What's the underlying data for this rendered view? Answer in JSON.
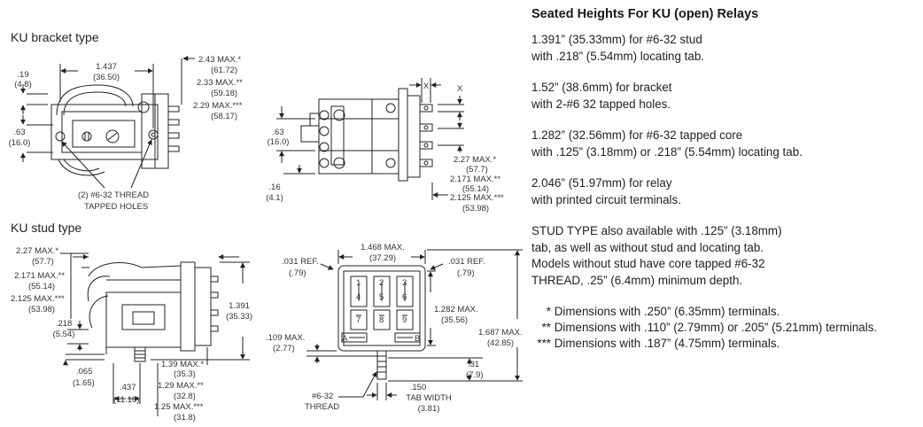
{
  "bracket": {
    "title": "KU bracket type",
    "dims": {
      "d_019": ".19",
      "d_48": "(4.8)",
      "d_1437": "1.437",
      "d_3650": "(36.50)",
      "d_243": "2.43 MAX.*",
      "d_6172": "(61.72)",
      "d_233": "2.33 MAX.**",
      "d_5918": "(59.18)",
      "d_229": "2.29 MAX.***",
      "d_5817": "(58.17)",
      "d_063": ".63",
      "d_160": "(16.0)",
      "holes1": "(2) #6-32 THREAD",
      "holes2": "TAPPED HOLES"
    }
  },
  "side": {
    "dims": {
      "x1": "X",
      "x2": "X",
      "d_063": ".63",
      "d_160": "(16.0)",
      "d_016": ".16",
      "d_41": "(4.1)",
      "d_227": "2.27 MAX.*",
      "d_577": "(57.7)",
      "d_2171": "2.171 MAX.**",
      "d_5514": "(55.14)",
      "d_2125": "2.125 MAX.***",
      "d_5398": "(53.98)"
    }
  },
  "stud": {
    "title": "KU stud type",
    "dims": {
      "d_227": "2.27 MAX.*",
      "d_577": "(57.7)",
      "d_2171": "2.171 MAX.**",
      "d_5514": "(55.14)",
      "d_2125": "2.125 MAX.***",
      "d_5398": "(53.98)",
      "d_218": ".218",
      "d_554": "(5.54)",
      "d_1391": "1.391",
      "d_3533": "(35.33)",
      "d_065": ".065",
      "d_165": "(1.65)",
      "d_437": ".437",
      "d_1110": "(11.10)",
      "d_139": "1.39 MAX.*",
      "d_353": "(35.3)",
      "d_129": "1.29 MAX.**",
      "d_328": "(32.8)",
      "d_125": "1.25 MAX.***",
      "d_318": "(31.8)"
    }
  },
  "bottom": {
    "dims": {
      "d_1468": "1.468 MAX.",
      "d_3729": "(37.29)",
      "d_031a": ".031 REF.",
      "d_079a": "(.79)",
      "d_031b": ".031 REF.",
      "d_079b": "(.79)",
      "d_1282": "1.282 MAX.",
      "d_3556": "(35.56)",
      "d_1687": "1.687 MAX.",
      "d_4285": "(42.85)",
      "d_109": ".109 MAX.",
      "d_277": "(2.77)",
      "d_031c": ".31",
      "d_79c": "(7.9)",
      "d_150": ".150",
      "tab": "TAB WIDTH",
      "d_381": "(3.81)",
      "thread1": "#6-32",
      "thread2": "THREAD",
      "t1": "1",
      "t2": "2",
      "t3": "3",
      "t4": "4",
      "t5": "5",
      "t6": "6",
      "t7": "7",
      "t8": "8",
      "t9": "9",
      "tA": "A",
      "tB": "B"
    }
  },
  "panel": {
    "heading": "Seated Heights For KU (open) Relays",
    "p1": [
      "1.391” (35.33mm) for #6-32 stud",
      "with .218” (5.54mm) locating tab."
    ],
    "p2": [
      "1.52” (38.6mm) for bracket",
      "with 2-#6 32 tapped holes."
    ],
    "p3": [
      "1.282” (32.56mm) for #6-32 tapped core",
      "with .125” (3.18mm) or .218” (5.54mm) locating tab."
    ],
    "p4": [
      "2.046” (51.97mm) for relay",
      "with printed circuit terminals."
    ],
    "p5": [
      "STUD TYPE also available with .125” (3.18mm)",
      "tab, as well as without stud and locating tab.",
      "Models without stud have core tapped #6-32",
      "THREAD, .25” (6.4mm) minimum depth."
    ],
    "footnotes": [
      {
        "mark": "*",
        "text": "Dimensions with .250” (6.35mm) terminals."
      },
      {
        "mark": "**",
        "text": "Dimensions with .110” (2.79mm) or .205” (5.21mm) terminals."
      },
      {
        "mark": "***",
        "text": "Dimensions with .187” (4.75mm) terminals."
      }
    ]
  }
}
